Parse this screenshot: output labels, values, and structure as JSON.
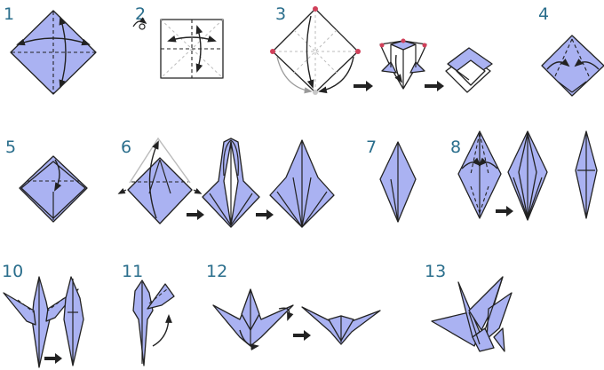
{
  "diagram": {
    "steps": [
      {
        "id": "1",
        "label": "1"
      },
      {
        "id": "2",
        "label": "2"
      },
      {
        "id": "3",
        "label": "3"
      },
      {
        "id": "4",
        "label": "4"
      },
      {
        "id": "5",
        "label": "5"
      },
      {
        "id": "6",
        "label": "6"
      },
      {
        "id": "7",
        "label": "7"
      },
      {
        "id": "8",
        "label": "8"
      },
      {
        "id": "10",
        "label": "10"
      },
      {
        "id": "11",
        "label": "11"
      },
      {
        "id": "12",
        "label": "12"
      },
      {
        "id": "13",
        "label": "13"
      }
    ],
    "colors": {
      "paper": "#aab2f2",
      "outline": "#222222",
      "step_number": "#2a6e8c",
      "point_marker": "#d0405a"
    }
  }
}
